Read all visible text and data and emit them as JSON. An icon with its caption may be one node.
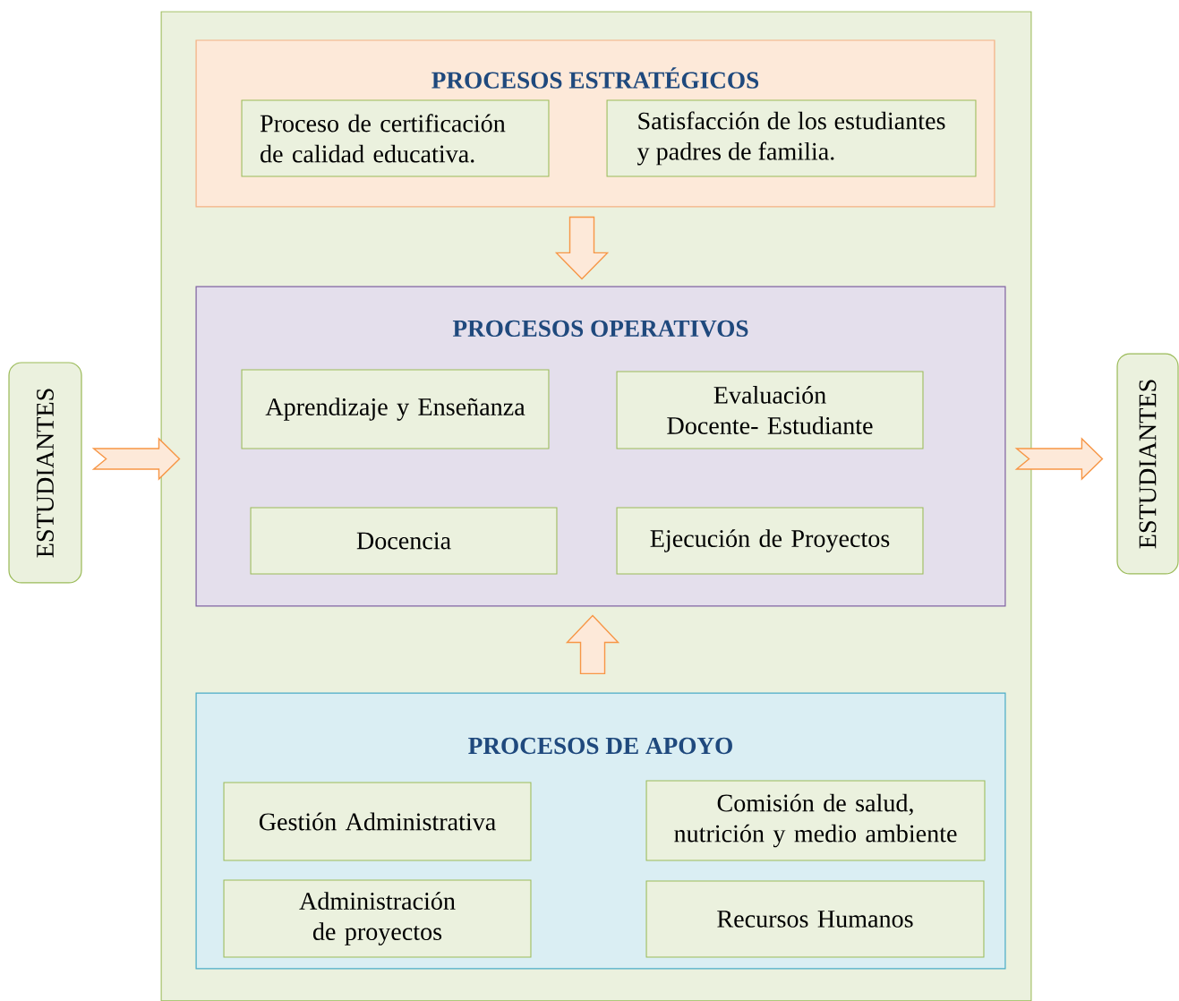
{
  "diagram": {
    "nodes": [
      {
        "text": [],
        "shape": "box"
      },
      {
        "text": [
          "ESTUDIANTES"
        ]
      },
      {
        "text": [
          "PROCESOS ESTRATÉGICOS"
        ],
        "in": 0
      },
      {
        "text": [
          "Proceso de certificación de calidad educativa."
        ],
        "in": 2
      },
      {
        "text": [
          "Satisfacción de los estudiantes y padres de familia."
        ],
        "in": 2
      },
      {
        "text": [
          "PROCESOS OPERATIVOS"
        ],
        "in": 0
      },
      {
        "text": [
          "Aprendizaje y Enseñanza"
        ],
        "in": 5
      },
      {
        "text": [
          "Evaluación Docente- Estudiante"
        ],
        "in": 5
      },
      {
        "text": [
          "Docencia"
        ],
        "in": 5
      },
      {
        "text": [
          "Ejecución de Proyectos"
        ],
        "in": 5
      },
      {
        "text": [
          "PROCESOS DE APOYO"
        ],
        "in": 0
      },
      {
        "text": [
          "Gestión Administrativa"
        ],
        "in": 10
      },
      {
        "text": [
          "Comisión de salud, nutrición y medio ambiente"
        ],
        "in": 10
      },
      {
        "text": [
          "Administración de proyectos"
        ],
        "in": 10
      },
      {
        "text": [
          "Recursos Humanos"
        ],
        "in": 10
      },
      {
        "text": [
          "ESTUDIANTES"
        ]
      }
    ],
    "edges": [
      {
        "from": 1,
        "to": 5,
        "arrow": "to"
      },
      {
        "from": 2,
        "to": 5,
        "arrow": "to"
      },
      {
        "from": 10,
        "to": 5,
        "arrow": "to"
      },
      {
        "from": 5,
        "to": 15,
        "arrow": "to"
      }
    ]
  }
}
